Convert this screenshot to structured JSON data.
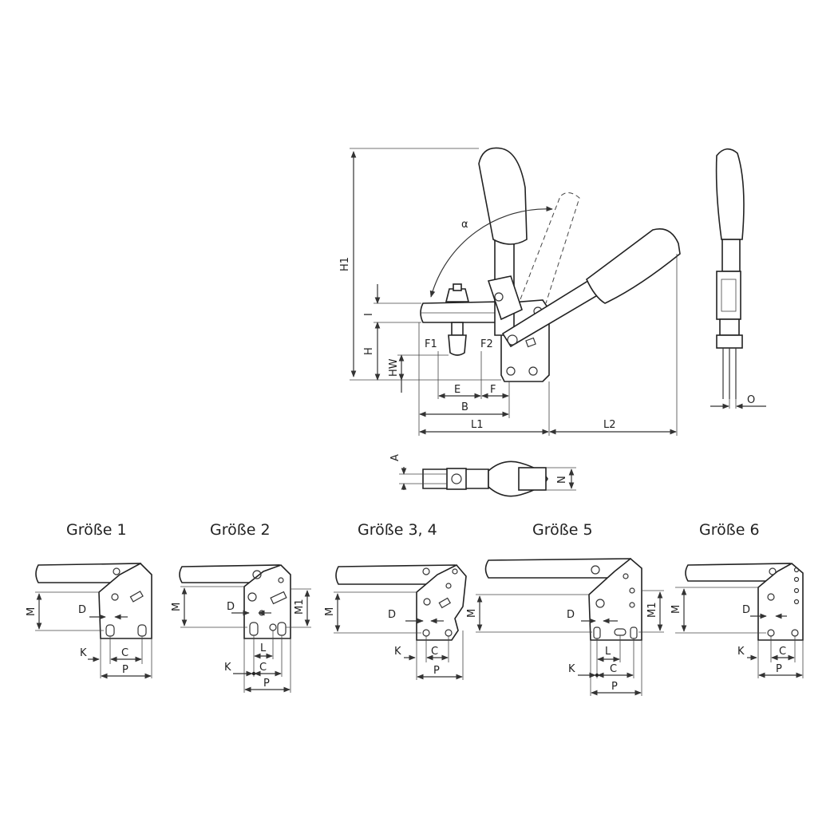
{
  "main_view": {
    "labels": {
      "h1": "H1",
      "i": "I",
      "h": "H",
      "hw": "HW",
      "f1": "F1",
      "f2": "F2",
      "e": "E",
      "f": "F",
      "b": "B",
      "l1": "L1",
      "l2": "L2",
      "alpha": "α"
    }
  },
  "side_view": {
    "labels": {
      "o": "O"
    }
  },
  "top_view": {
    "labels": {
      "a": "A",
      "n": "N"
    }
  },
  "sizes": [
    {
      "title": "Größe 1",
      "labels": {
        "m": "M",
        "d": "D",
        "k": "K",
        "c": "C",
        "p": "P"
      }
    },
    {
      "title": "Größe 2",
      "labels": {
        "m": "M",
        "m1": "M1",
        "d": "D",
        "l": "L",
        "k": "K",
        "c": "C",
        "p": "P"
      }
    },
    {
      "title": "Größe 3, 4",
      "labels": {
        "m": "M",
        "d": "D",
        "k": "K",
        "c": "C",
        "p": "P"
      }
    },
    {
      "title": "Größe 5",
      "labels": {
        "m": "M",
        "m1": "M1",
        "d": "D",
        "l": "L",
        "k": "K",
        "c": "C",
        "p": "P"
      }
    },
    {
      "title": "Größe 6",
      "labels": {
        "m": "M",
        "d": "D",
        "k": "K",
        "c": "C",
        "p": "P"
      }
    }
  ]
}
